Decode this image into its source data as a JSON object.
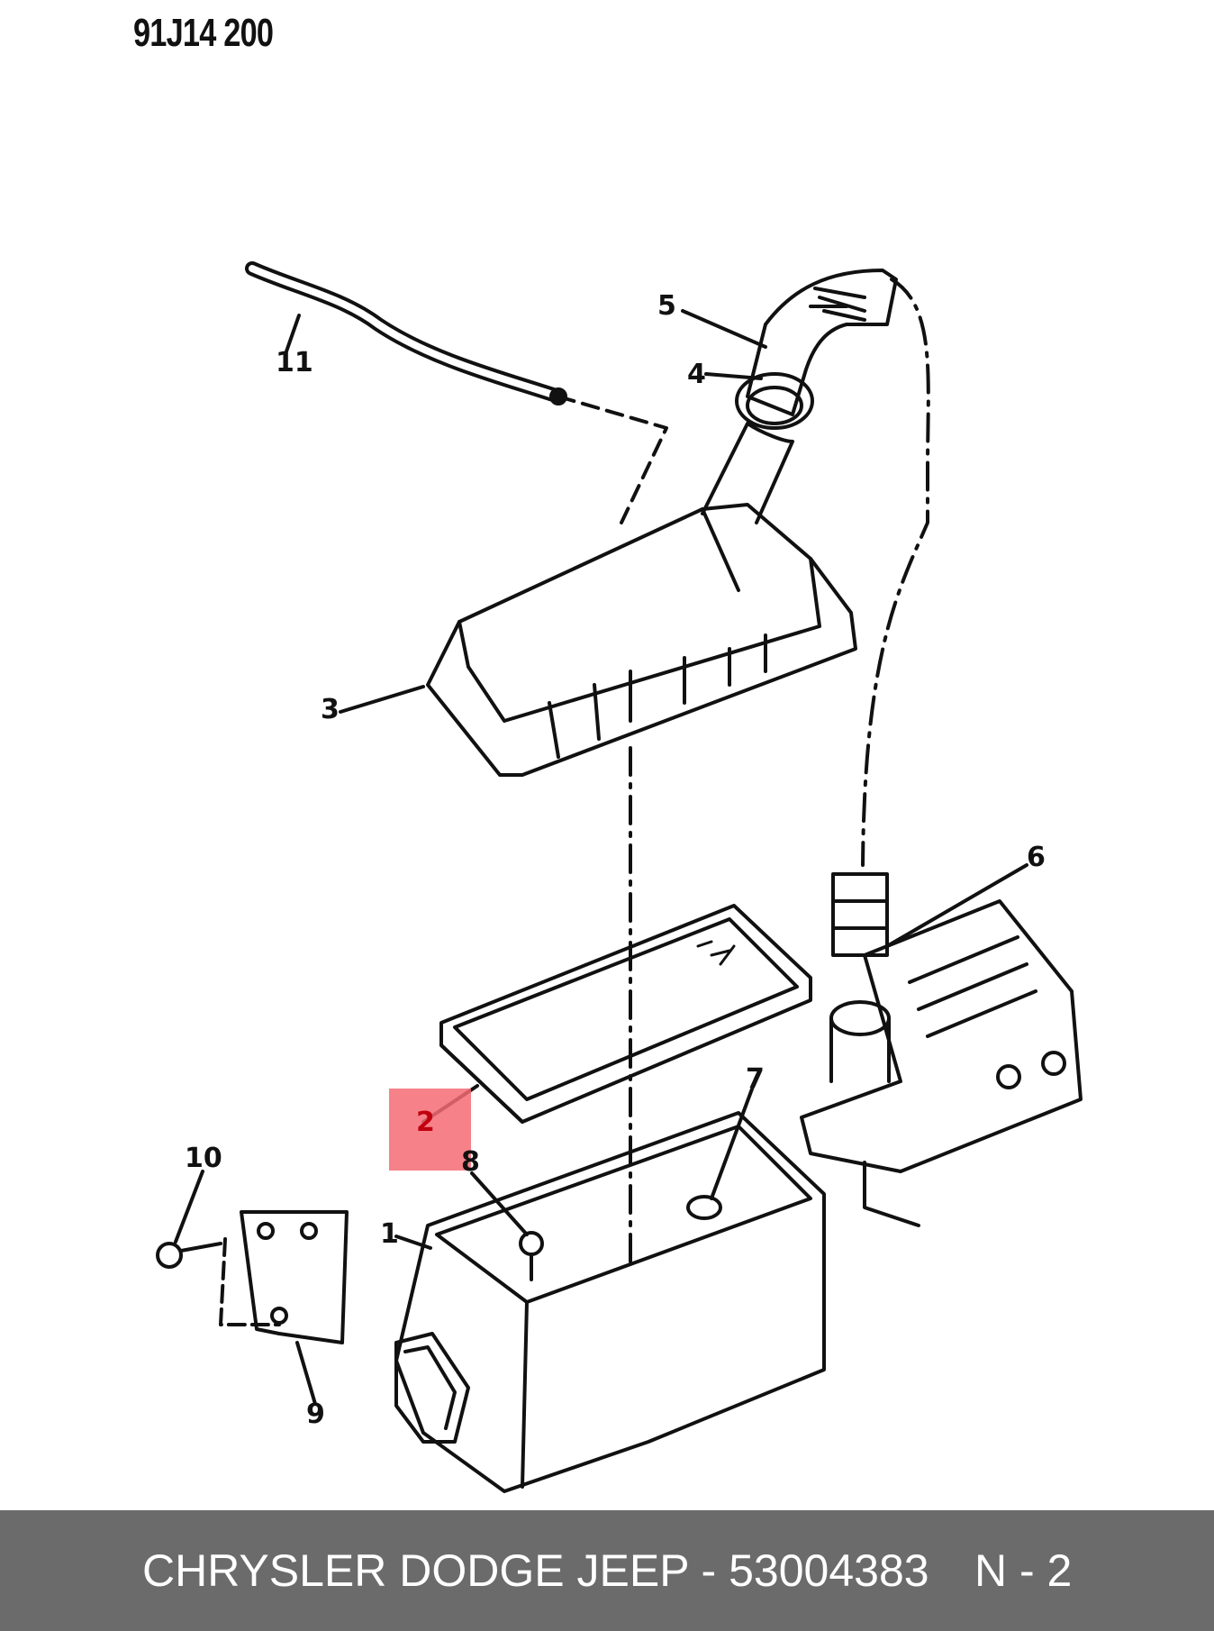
{
  "diagram": {
    "code": "91J14 200",
    "callouts": [
      "1",
      "2",
      "3",
      "4",
      "5",
      "6",
      "7",
      "8",
      "9",
      "10",
      "11"
    ]
  },
  "highlight": {
    "target_callout": "2",
    "color": "#f56b74"
  },
  "footer": {
    "title": "CHRYSLER DODGE JEEP - 53004383",
    "part_ref": "N - 2",
    "background": "#6b6b6b"
  }
}
